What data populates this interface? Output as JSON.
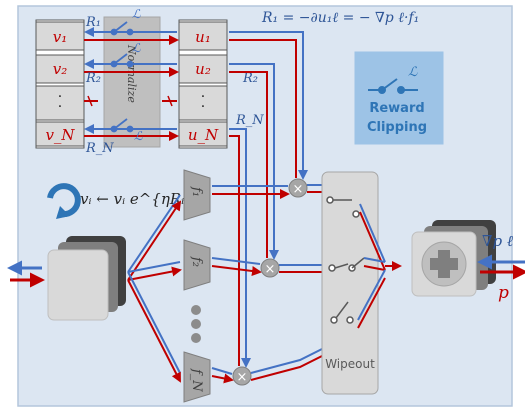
{
  "colors": {
    "panel": "#dce6f2",
    "panel_border": "#b4c6dc",
    "red": "#c00000",
    "blue": "#4472c4",
    "gray": "#a6a6a6",
    "dark_gray": "#595959",
    "legend_bg": "#9dc3e6",
    "legend_text": "#2e75b6"
  },
  "header": {
    "equation": "R₁ = −∂u₁ℓ = − ∇p ℓ·f₁"
  },
  "left_table": {
    "cells": [
      "v₁",
      "v₂",
      "·",
      "v_N"
    ],
    "labels": [
      "R₁",
      "R₂",
      "R_N"
    ]
  },
  "normalize": {
    "label": "Normalize"
  },
  "right_table": {
    "cells": [
      "u₁",
      "u₂",
      "·",
      "u_N"
    ],
    "labels": [
      "R₂",
      "R_N"
    ]
  },
  "legend": {
    "title": "Reward",
    "subtitle": "Clipping",
    "symbol": "ℒ"
  },
  "update_rule": "vᵢ ← vᵢ e^{ηRᵢ}",
  "experts": [
    "f₁",
    "f₂",
    "f_N"
  ],
  "wipeout": {
    "label": "Wipeout"
  },
  "output": {
    "grad_label": "∇p ℓ",
    "p_label": "p"
  },
  "icons": [
    "clip-switch-icon",
    "refresh-arrow-icon",
    "multiply-node-icon",
    "switch-icon",
    "joystick-icon"
  ]
}
